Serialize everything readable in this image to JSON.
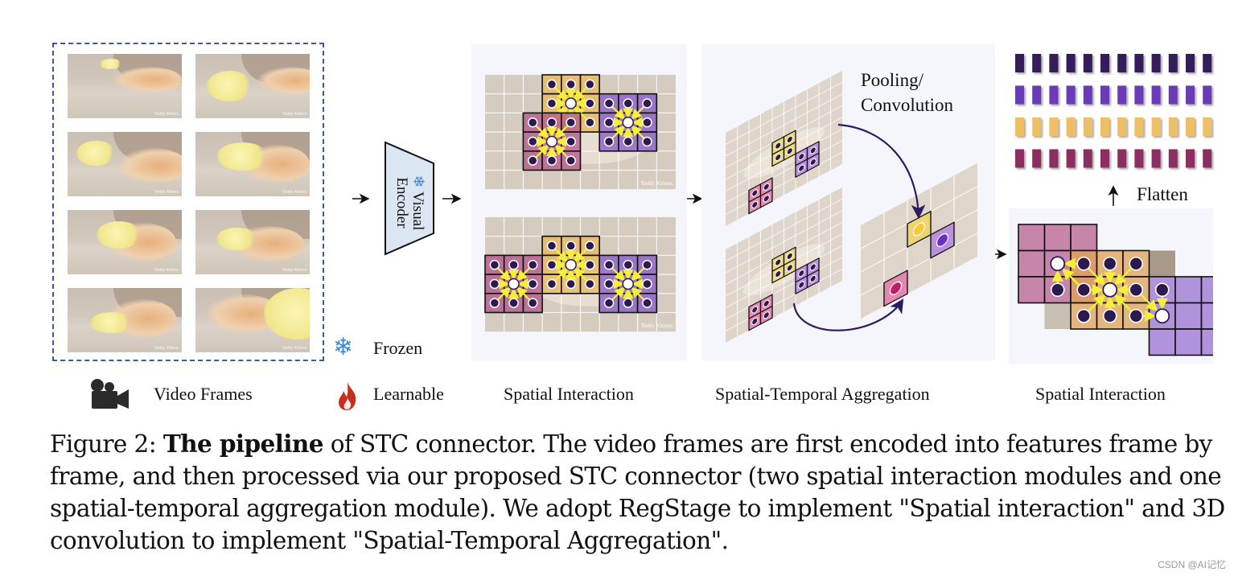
{
  "figure": {
    "video_frames": {
      "count": 8,
      "watermark": "Teddy Kittens"
    },
    "encoder": {
      "label_line1": "Visual",
      "label_line2": "Encoder",
      "icon": "snowflake-icon"
    },
    "legend": {
      "frozen": {
        "label": "Frozen",
        "icon": "snowflake-icon"
      },
      "learnable": {
        "label": "Learnable",
        "icon": "flame-icon"
      },
      "video_frames": {
        "label": "Video Frames",
        "icon": "video-camera-icon"
      }
    },
    "stage_labels": {
      "spatial_interaction_1": "Spatial Interaction",
      "spatial_temporal_aggregation": "Spatial-Temporal Aggregation",
      "spatial_interaction_2": "Spatial Interaction"
    },
    "annotations": {
      "pooling_line1": "Pooling/",
      "pooling_line2": "Convolution",
      "flatten": "Flatten",
      "frame_watermark": "Teddy Kittens"
    },
    "token_rows": {
      "tokens_per_row": 12,
      "rows": [
        "dark-purple",
        "purple",
        "gold",
        "magenta"
      ]
    },
    "colors": {
      "dashed_border": "#3b5a9a",
      "panel_bg": "#f4f6fb",
      "encoder_fill": "#dbe6f3",
      "gold_cell": "#e9b95e",
      "magenta_cell": "#b5598a",
      "purple_cell": "#8a5cc7",
      "dot": "#2c1a4f",
      "arrow_yellow": "#f5ee3a",
      "curve": "#2e1a5e",
      "token_dark_purple": "#341c5a",
      "token_purple": "#6a3ab6",
      "token_gold": "#efbf66",
      "token_magenta": "#8c2f62",
      "snowflake": "#3f86d6",
      "flame": "#c4301c"
    }
  },
  "caption": {
    "prefix": "Figure 2: ",
    "bold": "The pipeline",
    "text": " of STC connector. The video frames are first encoded into features frame by frame, and then processed via our proposed STC connector (two spatial interaction modules and one spatial-temporal aggregation module). We adopt RegStage to implement \"Spatial interaction\" and 3D convolution to implement \"Spatial-Temporal Aggregation\"."
  },
  "watermark": "CSDN @AI记忆"
}
